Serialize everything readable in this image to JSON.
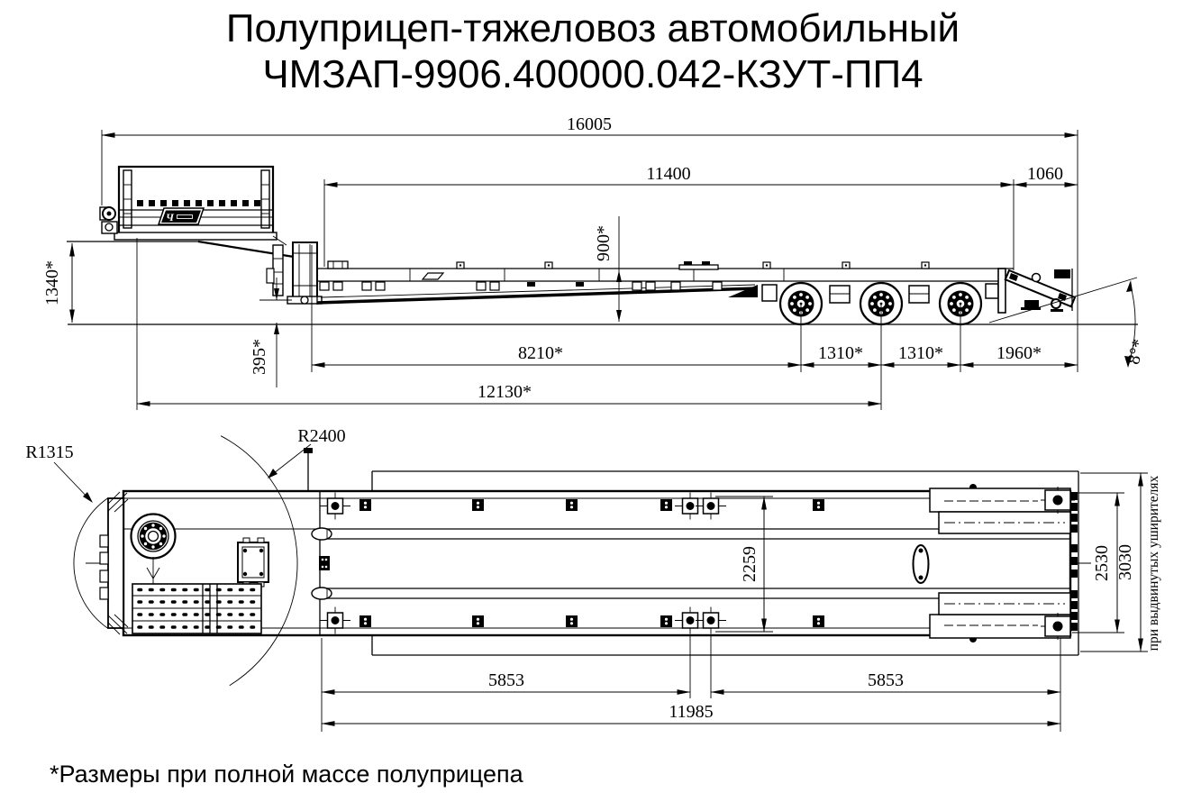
{
  "title": {
    "line1": "Полуприцеп-тяжеловоз автомобильный",
    "line2": "ЧМЗАП-9906.400000.042-КЗУТ-ПП4"
  },
  "logo": {
    "glyph": "Ч"
  },
  "side_view": {
    "dims": {
      "overall_length": "16005",
      "deck_length": "11400",
      "rear_overhang": "1060",
      "deck_height": "900*",
      "gooseneck_height": "1340*",
      "ground_clearance": "395*",
      "kingpin_to_first_axle": "8210*",
      "axle_spacing_1": "1310*",
      "axle_spacing_2": "1310*",
      "axle_to_rear": "1960*",
      "front_to_mid_axle": "12130*",
      "ramp_angle": "8°*"
    }
  },
  "top_view": {
    "dims": {
      "front_radius": "R1315",
      "rear_radius": "R2400",
      "inner_width": "2259",
      "platform_width": "2530",
      "extended_width": "3030",
      "extended_note": "при выдвинутых уширителях",
      "left_section": "5853",
      "right_section": "5853",
      "platform_length": "11985"
    }
  },
  "footnote": "*Размеры при полной массе полуприцепа"
}
